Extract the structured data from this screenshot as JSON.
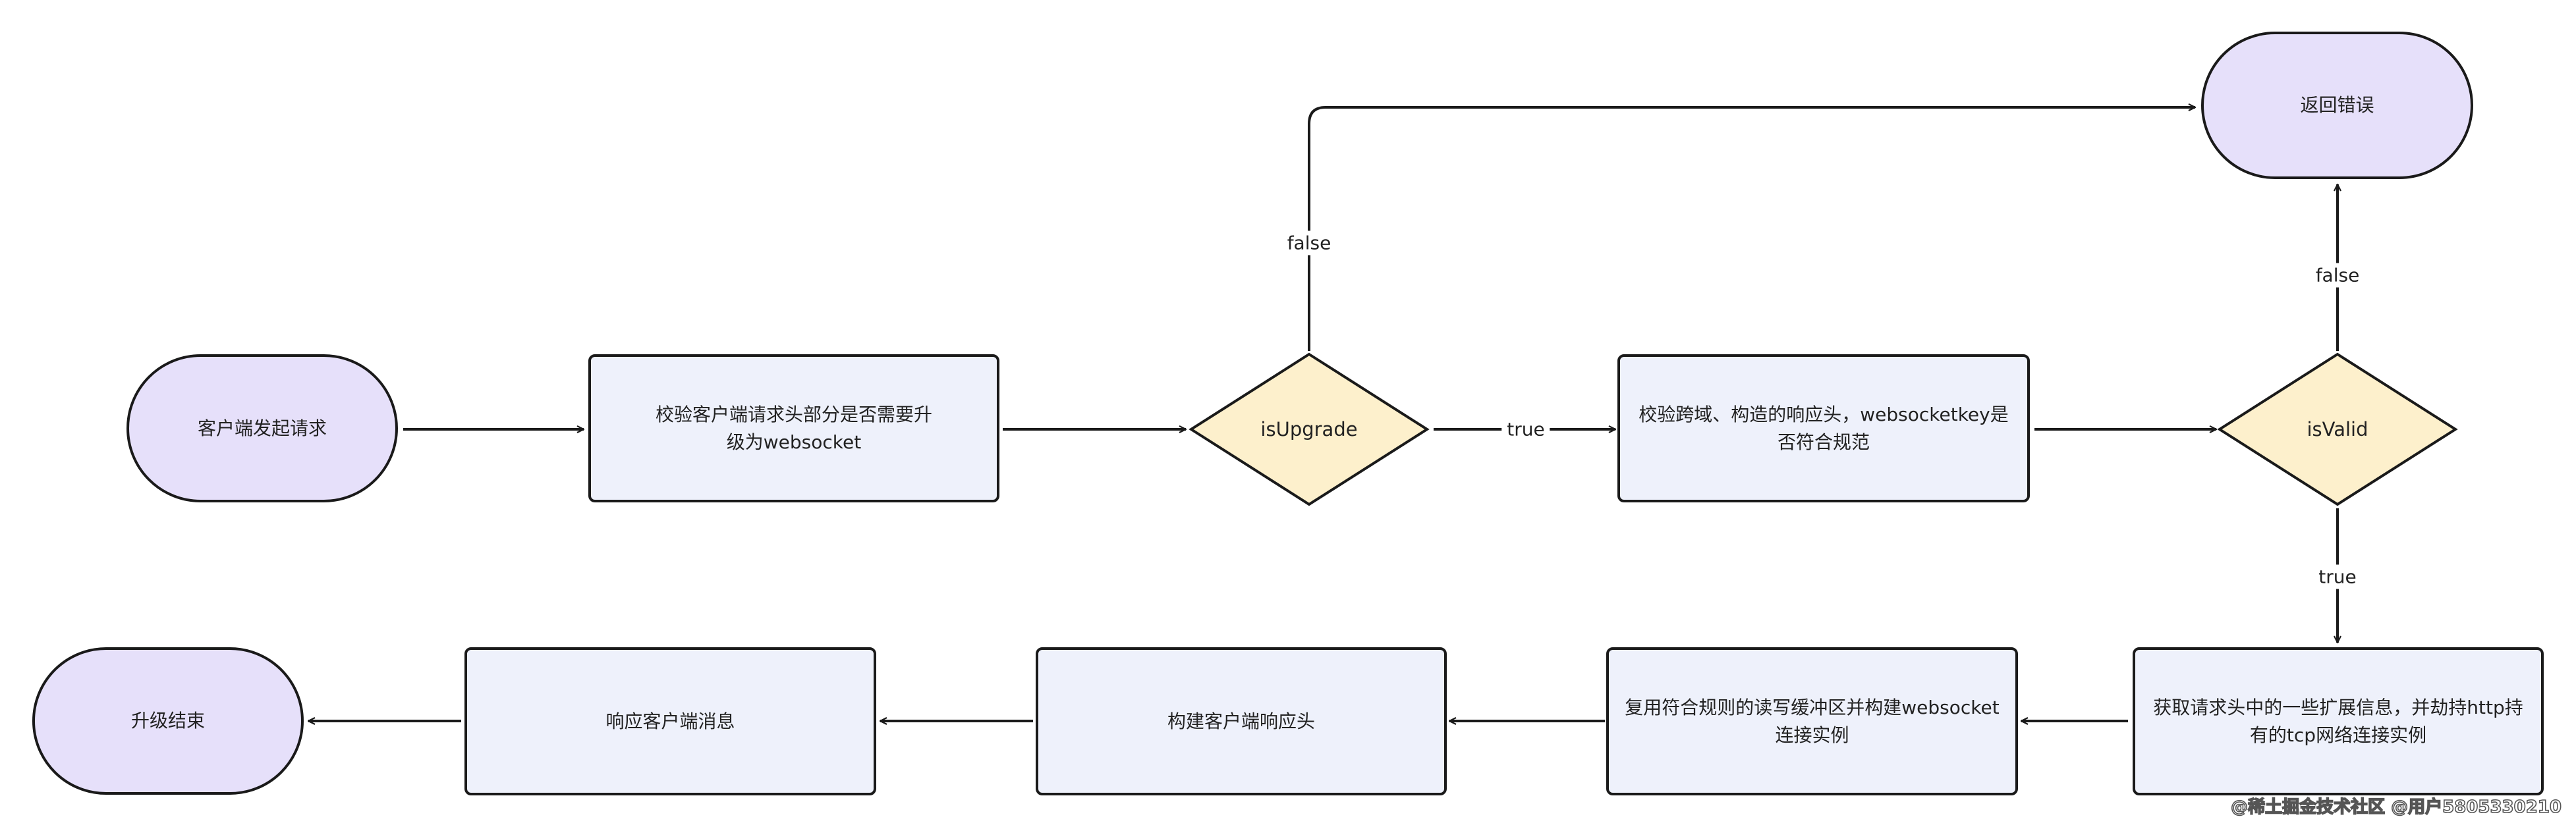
{
  "nodes": {
    "start": "客户端发起请求",
    "check_upgrade": "校验客户端请求头部分是否需要升级为websocket",
    "is_upgrade": "isUpgrade",
    "check_origin": "校验跨域、构造的响应头，websocketkey是否符合规范",
    "is_valid": "isValid",
    "return_error": "返回错误",
    "hijack": "获取请求头中的一些扩展信息，并劫持http持有的tcp网络连接实例",
    "reuse_buffer": "复用符合规则的读写缓冲区并构建websocket连接实例",
    "build_header": "构建客户端响应头",
    "respond": "响应客户端消息",
    "end": "升级结束"
  },
  "edges": {
    "upgrade_true": "true",
    "upgrade_false": "false",
    "valid_false": "false",
    "valid_true": "true"
  },
  "watermark": "@稀土掘金技术社区 @用户5805330210",
  "colors": {
    "terminal_fill": "#e6e0fa",
    "process_fill": "#eef1fb",
    "decision_fill": "#fdf0cc",
    "stroke": "#1a1a1a"
  }
}
